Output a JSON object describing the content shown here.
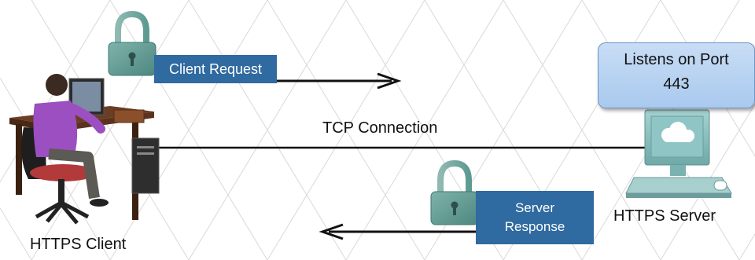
{
  "labels": {
    "client_request": "Client Request",
    "server_response_line1": "Server",
    "server_response_line2": "Response",
    "tcp_connection": "TCP Connection",
    "https_client": "HTTPS Client",
    "https_server": "HTTPS Server",
    "port_line1": "Listens on Port",
    "port_line2": "443"
  },
  "colors": {
    "tag_blue": "#2f6aa0",
    "lock_teal": "#5e9a92",
    "callout_blue": "#b6d1f0",
    "shirt_purple": "#9b4fc0",
    "chair_red": "#b23a3a",
    "monitor_teal": "#8fc5c4"
  },
  "icons": [
    "padlock-icon",
    "cloud-icon"
  ]
}
